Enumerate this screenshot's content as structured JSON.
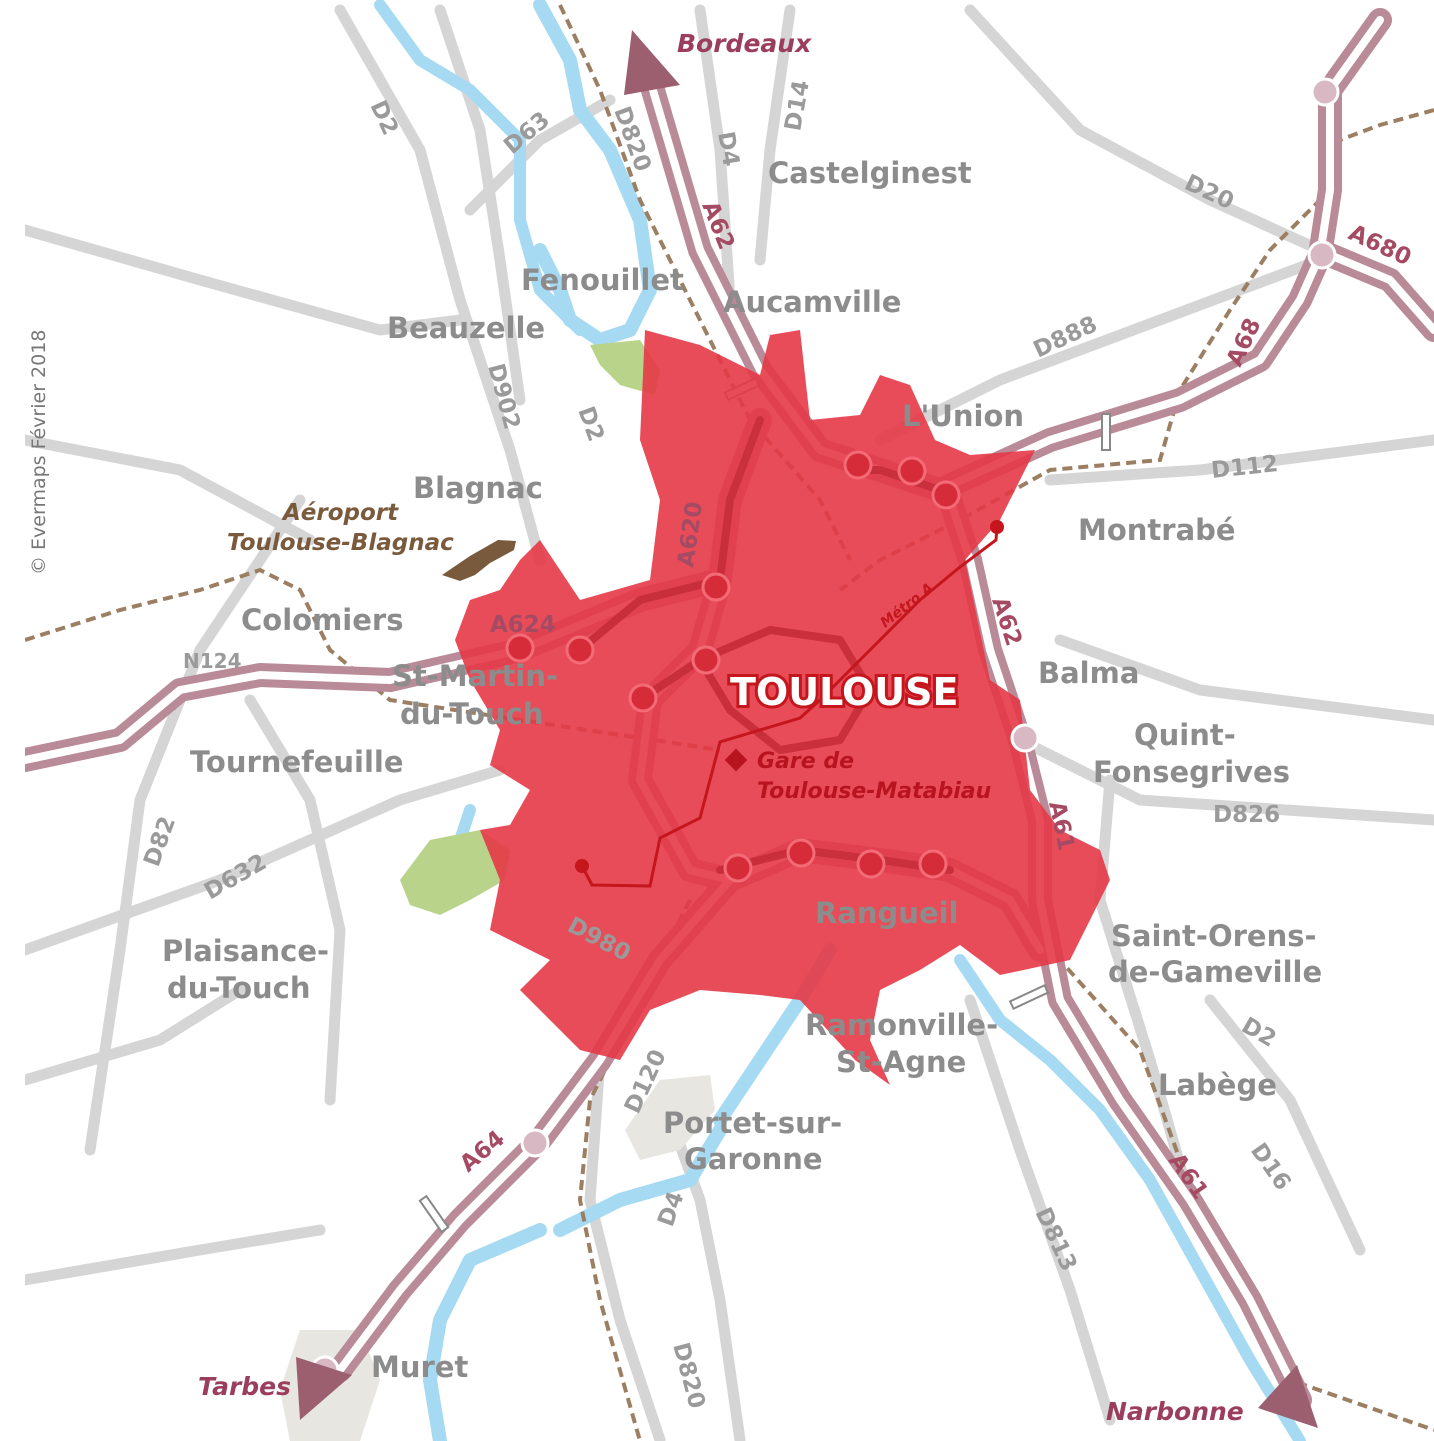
{
  "copyright": "© Evermaps Février 2018",
  "city": "TOULOUSE",
  "colors": {
    "urban": "#e63946",
    "motorway": "#b98a98",
    "river": "#a6daf2",
    "rail": "#9c7f63",
    "secondary": "#d7d7d7",
    "park": "#b9d38b"
  },
  "destinations": {
    "bordeaux": "Bordeaux",
    "tarbes": "Tarbes",
    "narbonne": "Narbonne"
  },
  "pois": {
    "airport_line1": "Aéroport",
    "airport_line2": "Toulouse-Blagnac",
    "station_line1": "Gare de",
    "station_line2": "Toulouse-Matabiau",
    "metro": "Métro A"
  },
  "towns": {
    "castelginest": "Castelginest",
    "fenouillet": "Fenouillet",
    "aucamville": "Aucamville",
    "beauzelle": "Beauzelle",
    "lunion": "L'Union",
    "blagnac": "Blagnac",
    "montrabe": "Montrabé",
    "colomiers": "Colomiers",
    "stmartin_1": "St-Martin-",
    "stmartin_2": "du-Touch",
    "balma": "Balma",
    "tournefeuille": "Tournefeuille",
    "quint_1": "Quint-",
    "quint_2": "Fonsegrives",
    "rangueil": "Rangueil",
    "stOrens_1": "Saint-Orens-",
    "stOrens_2": "de-Gameville",
    "plaisance_1": "Plaisance-",
    "plaisance_2": "du-Touch",
    "ramonville_1": "Ramonville-",
    "ramonville_2": "St-Agne",
    "labege": "Labège",
    "portet_1": "Portet-sur-",
    "portet_2": "Garonne",
    "muret": "Muret"
  },
  "roads": {
    "d2_nw": "D2",
    "d63": "D63",
    "d820_n": "D820",
    "d4_n": "D4",
    "d14": "D14",
    "d20": "D20",
    "d888": "D888",
    "d902": "D902",
    "d2_c": "D2",
    "d112": "D112",
    "n124": "N124",
    "d826": "D826",
    "d82": "D82",
    "d632": "D632",
    "d980": "D980",
    "d2_se": "D2",
    "d120": "D120",
    "d16": "D16",
    "d4_s": "D4",
    "d813": "D813",
    "d820_s": "D820"
  },
  "motorways": {
    "a62_n": "A62",
    "a680": "A680",
    "a68": "A68",
    "a620": "A620",
    "a624": "A624",
    "a62_e": "A62",
    "a61_c": "A61",
    "a64": "A64",
    "a61_s": "A61"
  }
}
